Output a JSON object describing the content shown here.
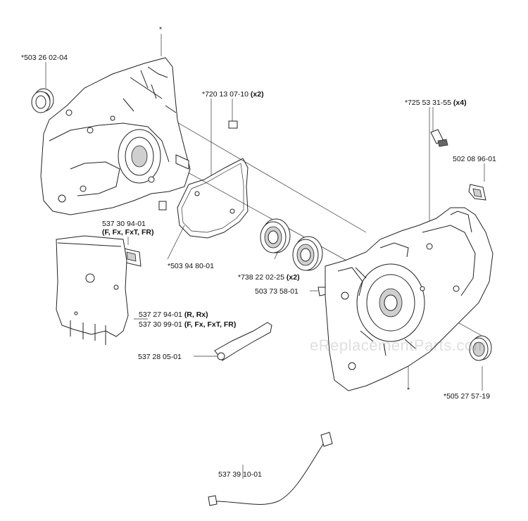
{
  "watermark": "eReplacementParts.com",
  "labels": {
    "seal_left": {
      "num": "*503 26 02-04",
      "qty": ""
    },
    "pin": {
      "num": "*720 13 07-10",
      "qty": "(x2)"
    },
    "screw": {
      "num": "*725 53 31-55",
      "qty": "(x4)"
    },
    "clip_right": {
      "num": "502 08 96-01",
      "qty": ""
    },
    "spacer": {
      "num": "537 30 94-01",
      "qty": "(F, Fx, FxT, FR)"
    },
    "gasket": {
      "num": "*503 94 80-01",
      "qty": ""
    },
    "bearing": {
      "num": "*738 22 02-25",
      "qty": "(x2)"
    },
    "nut": {
      "num": "503 73 58-01",
      "qty": ""
    },
    "plate_a": {
      "num": "537 27 94-01",
      "qty": "(R, Rx)"
    },
    "plate_b": {
      "num": "537 30 99-01",
      "qty": "(F, Fx, FxT, FR)"
    },
    "bracket": {
      "num": "537 28 05-01",
      "qty": ""
    },
    "seal_right": {
      "num": "*505 27 57-19",
      "qty": ""
    },
    "cable": {
      "num": "537 39 10-01",
      "qty": ""
    }
  },
  "markers": {
    "top_star": "*",
    "bottom_star": "*"
  }
}
